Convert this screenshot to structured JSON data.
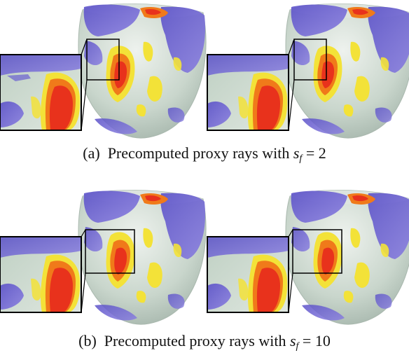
{
  "subfigures": [
    {
      "id": "a",
      "label": "(a)",
      "caption_text": "Precomputed proxy rays with",
      "symbol": "s",
      "subscript": "f",
      "equals": "=",
      "value": "2"
    },
    {
      "id": "b",
      "label": "(b)",
      "caption_text": "Precomputed proxy rays with",
      "symbol": "s",
      "subscript": "f",
      "equals": "=",
      "value": "10"
    }
  ],
  "colors": {
    "shell": "#c9d6cc",
    "shell_edge": "#a9b8ae",
    "purple": "#6a5fd0",
    "red": "#e8321c",
    "orange": "#f07a1a",
    "yellow": "#f3e238",
    "frame": "#000000"
  }
}
